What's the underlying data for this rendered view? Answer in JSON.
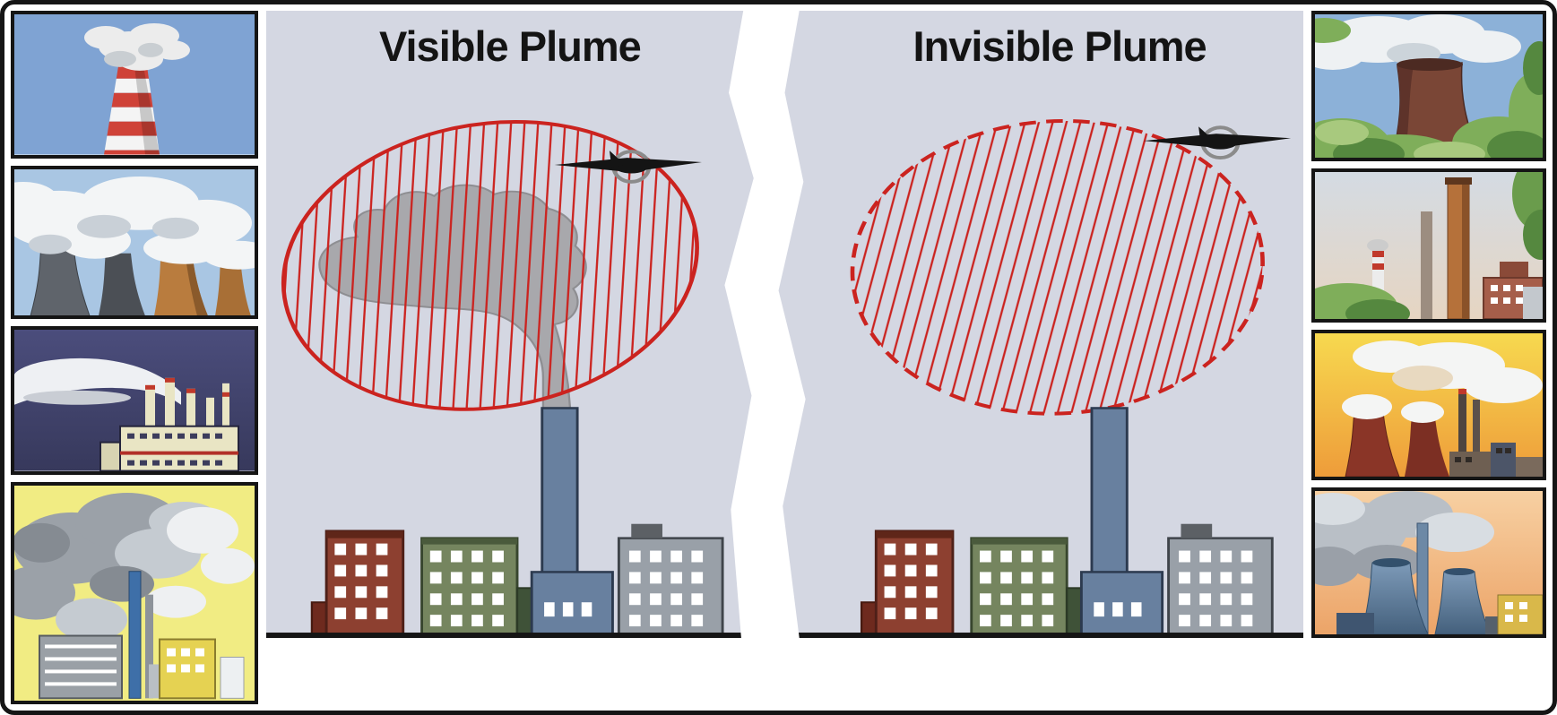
{
  "center": {
    "background_color": "#d4d7e2",
    "hatch_color": "#cb231f",
    "smoke_color": "#a8a8ac",
    "stack_color": "#68809f",
    "divider_color": "#ffffff",
    "panels": [
      {
        "title": "Visible Plume",
        "boundary_style": "solid",
        "smoke_visible": true
      },
      {
        "title": "Invisible Plume",
        "boundary_style": "dashed",
        "smoke_visible": false
      }
    ]
  },
  "left_thumbnails": [
    {
      "name": "striped-smokestack-photo"
    },
    {
      "name": "cooling-towers-steam-photo"
    },
    {
      "name": "night-factory-plume-photo"
    },
    {
      "name": "smog-industrial-plant-photo"
    }
  ],
  "right_thumbnails": [
    {
      "name": "cooling-tower-foliage-photo"
    },
    {
      "name": "tall-brick-stacks-photo"
    },
    {
      "name": "sunset-power-plant-photo"
    },
    {
      "name": "dusk-cooling-towers-photo"
    }
  ]
}
